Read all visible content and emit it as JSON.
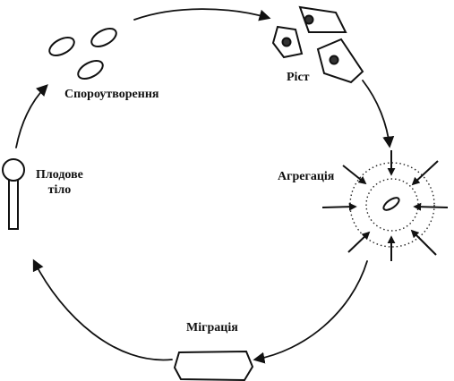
{
  "diagram": {
    "stages": {
      "growth": "Ріст",
      "sporulation": "Спороутворення",
      "aggregation": "Агрегація",
      "fruiting_body_line1": "Плодове",
      "fruiting_body_line2": "тіло",
      "migration": "Міграція"
    }
  }
}
